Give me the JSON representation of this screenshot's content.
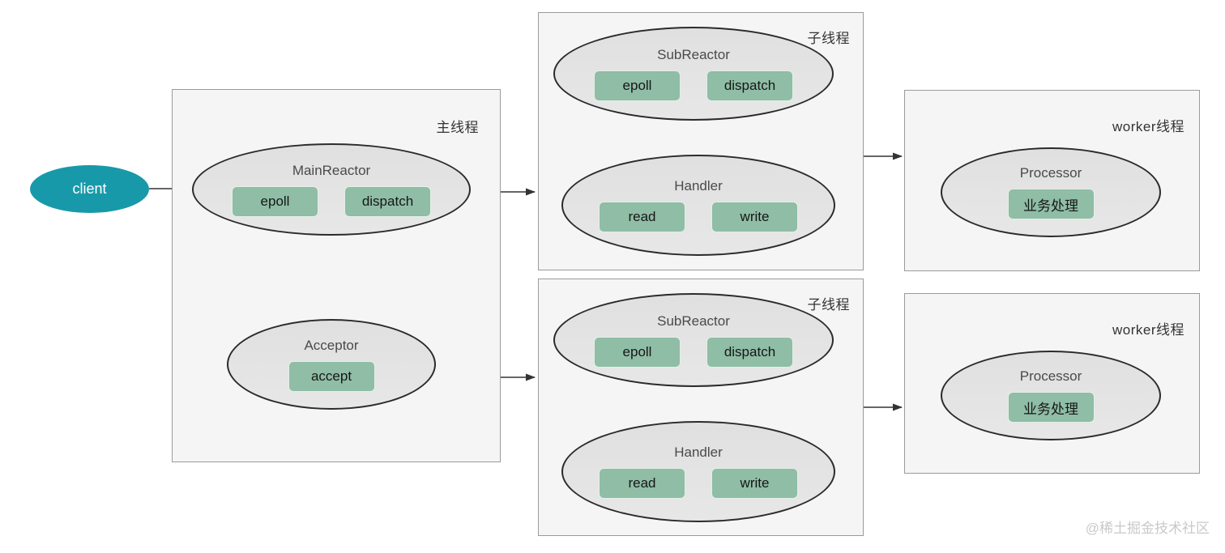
{
  "colors": {
    "client_fill": "#1899a9",
    "box_fill": "#f5f5f5",
    "box_border": "#9b9b9b",
    "ellipse_fill": "#e3e3e3",
    "ellipse_border": "#2b2b2b",
    "op_button_fill": "#8fbda6",
    "arrow": "#333333",
    "watermark_text": "#c9c9c9"
  },
  "client": {
    "label": "client"
  },
  "main_thread": {
    "label": "主线程",
    "main_reactor": {
      "title": "MainReactor",
      "ops": [
        "epoll",
        "dispatch"
      ]
    },
    "acceptor": {
      "title": "Acceptor",
      "ops": [
        "accept"
      ]
    }
  },
  "sub_threads": [
    {
      "label": "子线程",
      "sub_reactor": {
        "title": "SubReactor",
        "ops": [
          "epoll",
          "dispatch"
        ]
      },
      "handler": {
        "title": "Handler",
        "ops": [
          "read",
          "write"
        ]
      }
    },
    {
      "label": "子线程",
      "sub_reactor": {
        "title": "SubReactor",
        "ops": [
          "epoll",
          "dispatch"
        ]
      },
      "handler": {
        "title": "Handler",
        "ops": [
          "read",
          "write"
        ]
      }
    }
  ],
  "worker_threads": [
    {
      "label": "worker线程",
      "processor": {
        "title": "Processor",
        "ops": [
          "业务处理"
        ]
      }
    },
    {
      "label": "worker线程",
      "processor": {
        "title": "Processor",
        "ops": [
          "业务处理"
        ]
      }
    }
  ],
  "watermark": "@稀土掘金技术社区"
}
